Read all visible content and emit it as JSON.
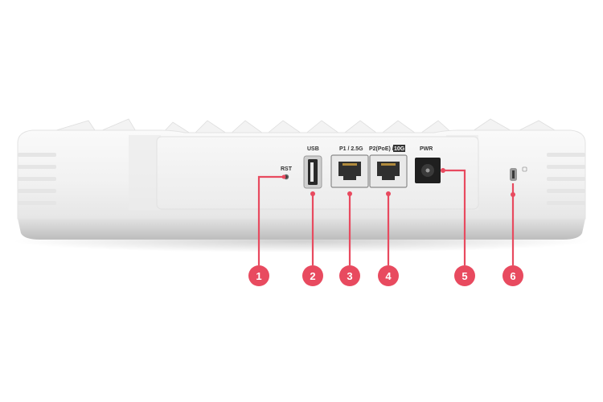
{
  "device": {
    "name": "wifi access point rear panel"
  },
  "labels": {
    "rst": "RST",
    "usb": "USB",
    "p1": "P1 / 2.5G",
    "p2_prefix": "P2(PoE) /",
    "p2_badge": "10G",
    "pwr": "PWR"
  },
  "callouts": [
    {
      "number": "1",
      "target": "reset-button"
    },
    {
      "number": "2",
      "target": "usb-port"
    },
    {
      "number": "3",
      "target": "ethernet-port-p1"
    },
    {
      "number": "4",
      "target": "ethernet-port-p2"
    },
    {
      "number": "5",
      "target": "power-jack"
    },
    {
      "number": "6",
      "target": "kensington-lock-slot"
    }
  ],
  "colors": {
    "callout": "#e84a5f",
    "device_body": "#f4f4f4",
    "device_shadow": "#d8d8d8",
    "port_dark": "#2a2a2a",
    "label_text": "#333333"
  }
}
